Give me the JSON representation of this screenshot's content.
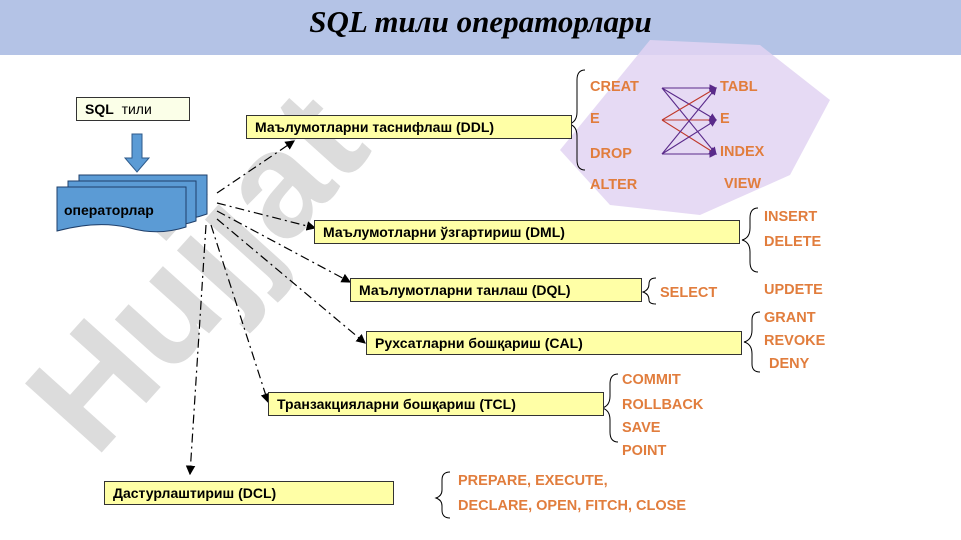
{
  "title": "SQL тили операторлари",
  "watermark": "Hujjat",
  "sql_box": {
    "bold": "SQL",
    "rest": "тили"
  },
  "doc_label": "операторлар",
  "ddl": {
    "label": "Маълумотларни таснифлаш (DDL)",
    "items": [
      "CREAT",
      "E",
      "DROP",
      "ALTER"
    ],
    "targets": [
      "TABL",
      "E",
      "INDEX",
      "VIEW"
    ]
  },
  "dml": {
    "label": "Маълумотларни ўзгартириш (DML)",
    "items": [
      "INSERT",
      "DELETE",
      "UPDETE"
    ]
  },
  "dql": {
    "label": "Маълумотларни танлаш (DQL)",
    "items": [
      "SELECT"
    ]
  },
  "cal": {
    "label": "Рухсатларни бошқариш (CAL)",
    "items": [
      "GRANT",
      "REVOKE",
      "DENY"
    ]
  },
  "tcl": {
    "label": "Транзакцияларни бошқариш (TCL)",
    "items": [
      "COMMIT",
      "ROLLBACK",
      "SAVE",
      "POINT"
    ]
  },
  "dcl": {
    "label": "Дастурлаштириш (DCL)",
    "items": [
      "PREPARE, EXECUTE,",
      "DECLARE, OPEN, FITCH, CLOSE"
    ]
  },
  "colors": {
    "title_band": "#b4c3e6",
    "box_fill": "#ffffa6",
    "operator_text": "#e17d3d",
    "doc_fill": "#5b9bd5",
    "watermark": "#d9d9d9",
    "watermark_accent": "#d8c8ee"
  }
}
